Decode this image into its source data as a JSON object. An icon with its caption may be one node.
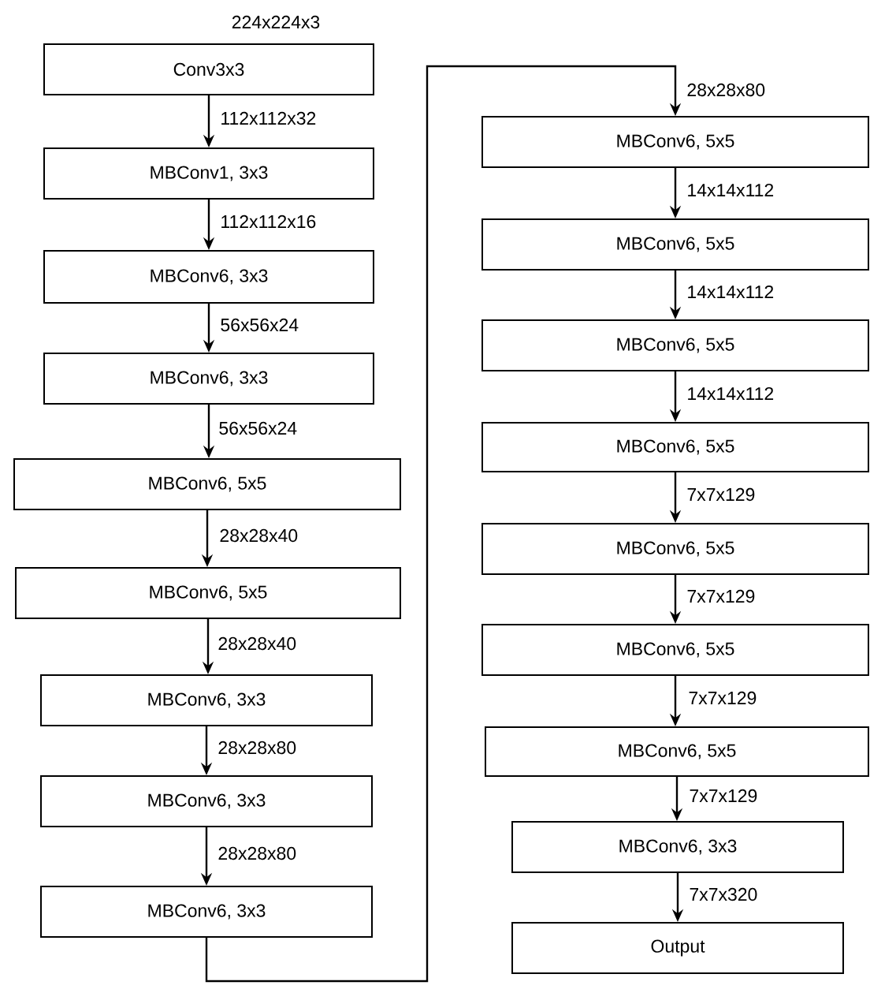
{
  "diagram": {
    "nodes": [
      {
        "text": [
          "Conv3x3"
        ]
      },
      {
        "text": [
          "MBConv1, 3x3"
        ]
      },
      {
        "text": [
          "MBConv6, 3x3"
        ]
      },
      {
        "text": [
          "MBConv6, 3x3"
        ]
      },
      {
        "text": [
          "MBConv6, 5x5"
        ]
      },
      {
        "text": [
          "MBConv6, 5x5"
        ]
      },
      {
        "text": [
          "MBConv6, 3x3"
        ]
      },
      {
        "text": [
          "MBConv6, 3x3"
        ]
      },
      {
        "text": [
          "MBConv6, 3x3"
        ]
      },
      {
        "text": [
          "MBConv6, 5x5"
        ]
      },
      {
        "text": [
          "MBConv6, 5x5"
        ]
      },
      {
        "text": [
          "MBConv6, 5x5"
        ]
      },
      {
        "text": [
          "MBConv6, 5x5"
        ]
      },
      {
        "text": [
          "MBConv6, 5x5"
        ]
      },
      {
        "text": [
          "MBConv6, 5x5"
        ]
      },
      {
        "text": [
          "MBConv6, 5x5"
        ]
      },
      {
        "text": [
          "MBConv6, 3x3"
        ]
      },
      {
        "text": [
          "Output"
        ]
      }
    ],
    "edges": [
      {
        "from": 0,
        "to": 1,
        "arrow": "to",
        "label": "112x112x32"
      },
      {
        "from": 1,
        "to": 2,
        "arrow": "to",
        "label": "112x112x16"
      },
      {
        "from": 2,
        "to": 3,
        "arrow": "to",
        "label": "56x56x24"
      },
      {
        "from": 3,
        "to": 4,
        "arrow": "to",
        "label": "56x56x24"
      },
      {
        "from": 4,
        "to": 5,
        "arrow": "to",
        "label": "28x28x40"
      },
      {
        "from": 5,
        "to": 6,
        "arrow": "to",
        "label": "28x28x40"
      },
      {
        "from": 6,
        "to": 7,
        "arrow": "to",
        "label": "28x28x80"
      },
      {
        "from": 7,
        "to": 8,
        "arrow": "to",
        "label": "28x28x80"
      },
      {
        "from": 8,
        "to": 9,
        "arrow": "to",
        "label": "28x28x80"
      },
      {
        "from": 9,
        "to": 10,
        "arrow": "to",
        "label": "14x14x112"
      },
      {
        "from": 10,
        "to": 11,
        "arrow": "to",
        "label": "14x14x112"
      },
      {
        "from": 11,
        "to": 12,
        "arrow": "to",
        "label": "14x14x112"
      },
      {
        "from": 12,
        "to": 13,
        "arrow": "to",
        "label": "7x7x129"
      },
      {
        "from": 13,
        "to": 14,
        "arrow": "to",
        "label": "7x7x129"
      },
      {
        "from": 14,
        "to": 15,
        "arrow": "to",
        "label": "7x7x129"
      },
      {
        "from": 15,
        "to": 16,
        "arrow": "to",
        "label": "7x7x129"
      },
      {
        "from": 16,
        "to": 17,
        "arrow": "to",
        "label": "7x7x320"
      }
    ],
    "labels": [
      "224x224x3"
    ]
  }
}
